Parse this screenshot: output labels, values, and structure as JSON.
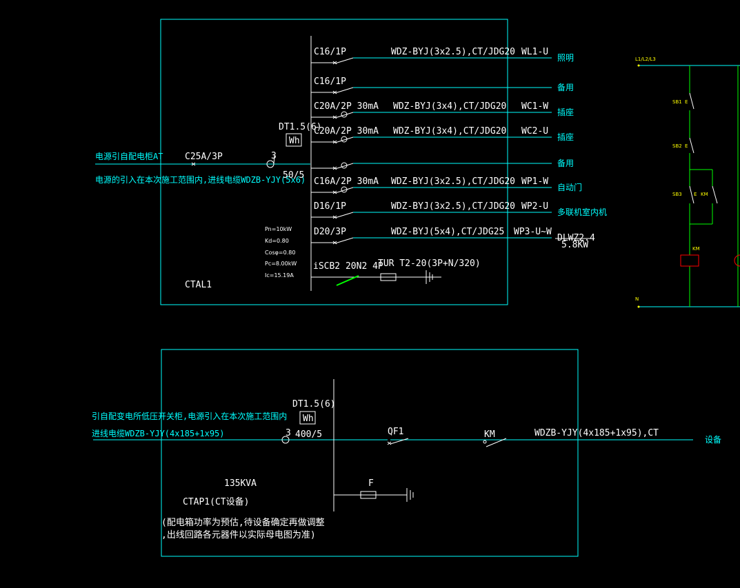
{
  "colors": {
    "cyan": "#00ffff",
    "white": "#ffffff",
    "green": "#00ff00",
    "yellow": "#ffff00",
    "red": "#ff0000",
    "background": "#000000"
  },
  "panel1": {
    "name": "CTAL1",
    "source_label": "电源引自配电柜AT",
    "source_note": "电源的引入在本次施工范围内,进线电缆WDZB-YJY(5x6)",
    "main_breaker": "C25A/3P",
    "ct_ratio": "50/5",
    "ct_count": "3",
    "meter_label": "DT1.5(6)",
    "meter_symbol": "Wh",
    "params": [
      "Pn=10kW",
      "Kd=0.80",
      "Cosφ=0.80",
      "Pc=8.00kW",
      "Ic=15.19A"
    ],
    "circuits": [
      {
        "breaker": "C16/1P",
        "cable": "WDZ-BYJ(3x2.5),CT/JDG20",
        "id": "WL1-U",
        "use": "照明"
      },
      {
        "breaker": "C16/1P",
        "cable": "",
        "id": "",
        "use": "备用"
      },
      {
        "breaker": "C20A/2P 30mA",
        "cable": "WDZ-BYJ(3x4),CT/JDG20",
        "id": "WC1-W",
        "use": "插座"
      },
      {
        "breaker": "C20A/2P 30mA",
        "cable": "WDZ-BYJ(3x4),CT/JDG20",
        "id": "WC2-U",
        "use": "插座"
      },
      {
        "breaker": "",
        "cable": "",
        "id": "",
        "use": "备用"
      },
      {
        "breaker": "C16A/2P 30mA",
        "cable": "WDZ-BYJ(3x2.5),CT/JDG20",
        "id": "WP1-W",
        "use": "自动门"
      },
      {
        "breaker": "D16/1P",
        "cable": "WDZ-BYJ(3x2.5),CT/JDG20",
        "id": "WP2-U",
        "use": "多联机室内机"
      },
      {
        "breaker": "D20/3P",
        "cable": "WDZ-BYJ(5x4),CT/JDG25",
        "id": "WP3-U~W",
        "use": "DLWZ2.4"
      }
    ],
    "load_kw": "5.8KW",
    "spd": "iSCB2 20N2 4P",
    "spd_model": "TUR T2-20(3P+N/320)"
  },
  "panel2": {
    "name": "CTAP1(CT设备)",
    "capacity": "135KVA",
    "source_label": "引自配变电所低压开关柜,电源引入在本次施工范围内",
    "source_cable": "进线电缆WDZB-YJY(4x185+1x95)",
    "meter_label": "DT1.5(6)",
    "meter_symbol": "Wh",
    "ct_count": "3",
    "ct_ratio": "400/5",
    "qf_label": "QF1",
    "km_label": "KM",
    "out_cable": "WDZB-YJY(4x185+1x95),CT",
    "out_use": "设备",
    "fuse_label": "F",
    "note_line1": "(配电箱功率为预估,待设备确定再做调整",
    ",出线回路各元器件以实际母电图为准)": null,
    "note_line2": ",出线回路各元器件以实际母电图为准)"
  },
  "control": {
    "bus_label": "L1/L2/L3",
    "neutral_label": "N",
    "sb1": "SB1",
    "sb2": "SB2",
    "sb3": "SB3",
    "km_contact": "KM",
    "km_coil": "KM",
    "e1": "E",
    "e2": "E",
    "e3": "E"
  }
}
